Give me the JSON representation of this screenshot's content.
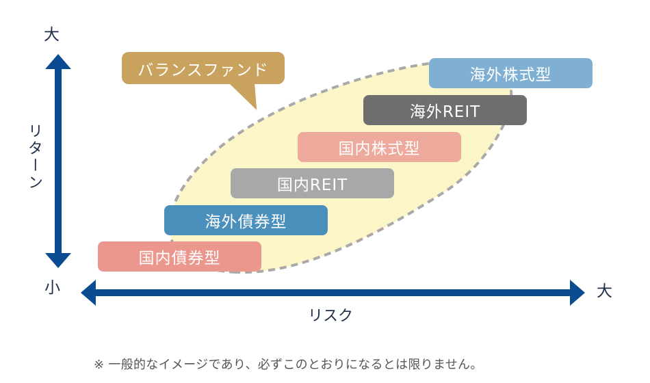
{
  "axes": {
    "y_high": "大",
    "y_low": "小",
    "y_label": "リターン",
    "x_high": "大",
    "x_label": "リスク"
  },
  "callout": {
    "label": "バランスファンド",
    "color": "#c9a35d"
  },
  "categories": [
    {
      "label": "海外株式型",
      "color": "#7fb0d3"
    },
    {
      "label": "海外REIT",
      "color": "#6f6f70"
    },
    {
      "label": "国内株式型",
      "color": "#eda99c"
    },
    {
      "label": "国内REIT",
      "color": "#a8a8a8"
    },
    {
      "label": "海外債券型",
      "color": "#4b8fbd"
    },
    {
      "label": "国内債券型",
      "color": "#eb978d"
    }
  ],
  "footnote": "※ 一般的なイメージであり、必ずこのとおりになるとは限りません。",
  "colors": {
    "axis": "#0a4b91",
    "highlight_fill": "#fbf5c8",
    "highlight_stroke": "#a9a9a9",
    "text": "#1f2f49"
  }
}
